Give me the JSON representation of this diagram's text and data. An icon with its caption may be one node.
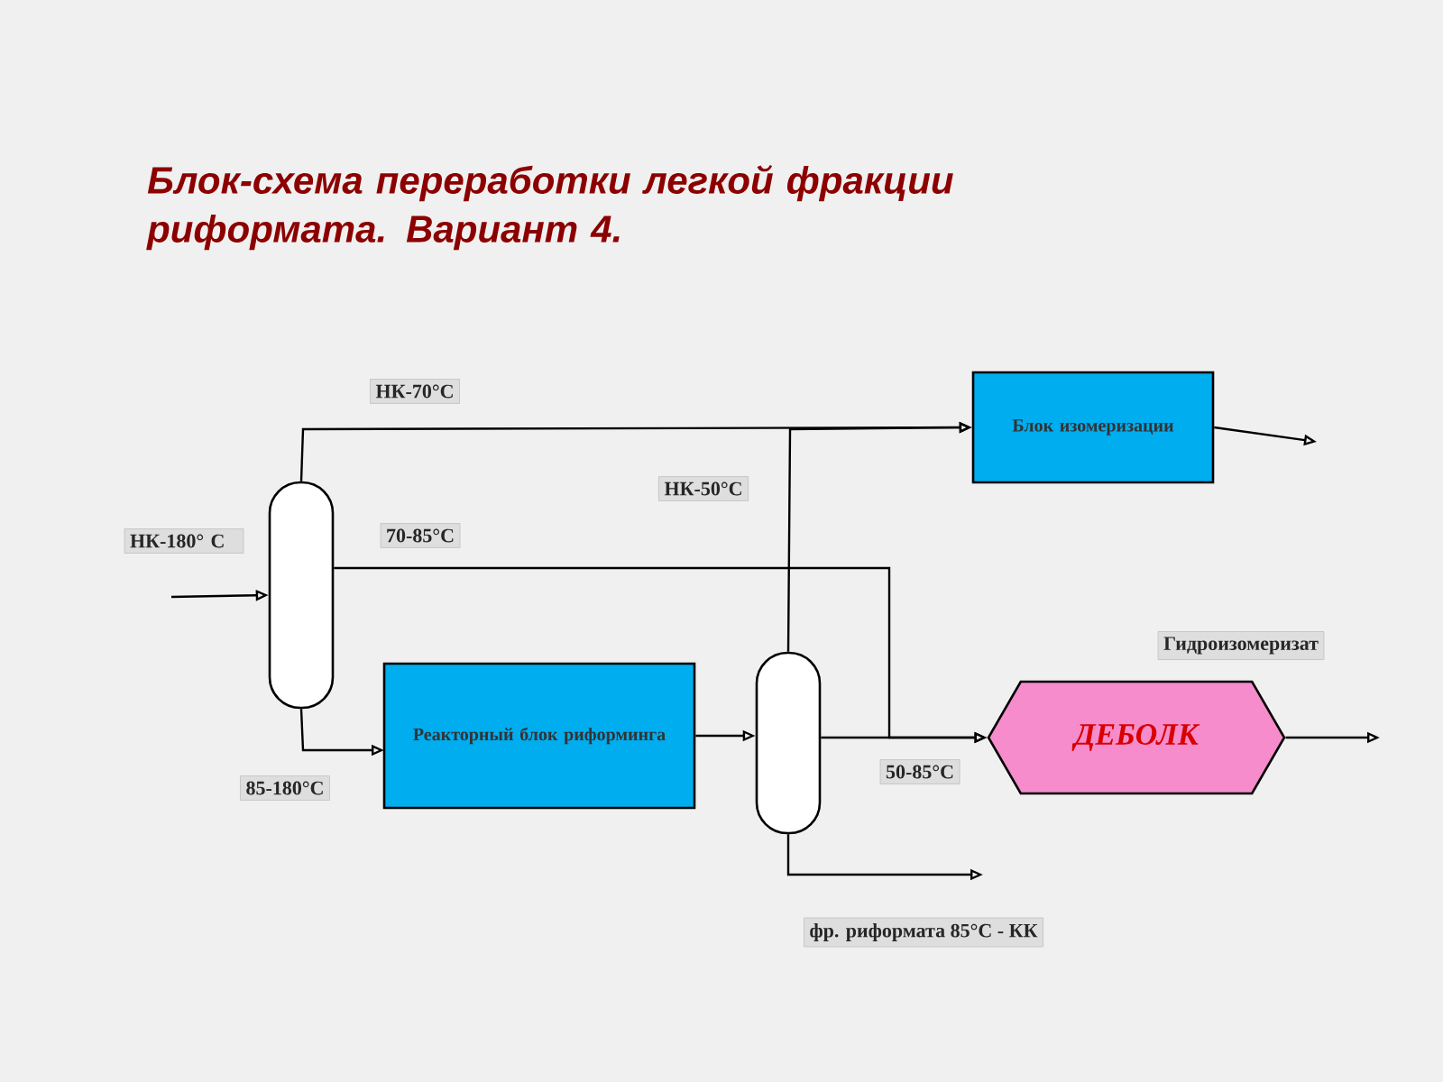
{
  "diagram": {
    "title": "Блок-схема переработки легкой фракции риформата. Вариант 4.",
    "nodes": [
      {
        "text": [],
        "shape": "cylinder"
      },
      {
        "text": [
          "Блок изомеризации"
        ]
      },
      {
        "text": [
          "Реакторный блок риформинга"
        ]
      },
      {
        "text": [],
        "shape": "cylinder"
      },
      {
        "text": [
          "ДЕБОЛК"
        ]
      }
    ],
    "edges": [
      {
        "from": null,
        "to": 0,
        "arrow": "to",
        "label": "НК-180° С"
      },
      {
        "from": 0,
        "to": 1,
        "arrow": "to",
        "label": "НК-70°C"
      },
      {
        "from": 0,
        "to": 4,
        "arrow": "to",
        "label": "70-85°C"
      },
      {
        "from": 0,
        "to": 2,
        "arrow": "to",
        "label": "85-180°C"
      },
      {
        "from": 2,
        "to": 3,
        "arrow": "to"
      },
      {
        "from": 3,
        "to": 1,
        "arrow": "to",
        "label": "НК-50°C"
      },
      {
        "from": 3,
        "to": 4,
        "arrow": "to",
        "label": "50-85°C"
      },
      {
        "from": 3,
        "to": null,
        "arrow": "to",
        "label": "фр. риформата 85°C - КК"
      },
      {
        "from": 1,
        "to": null,
        "arrow": "to"
      },
      {
        "from": 4,
        "to": null,
        "arrow": "to",
        "label": "Гидроизомеризат"
      }
    ]
  }
}
